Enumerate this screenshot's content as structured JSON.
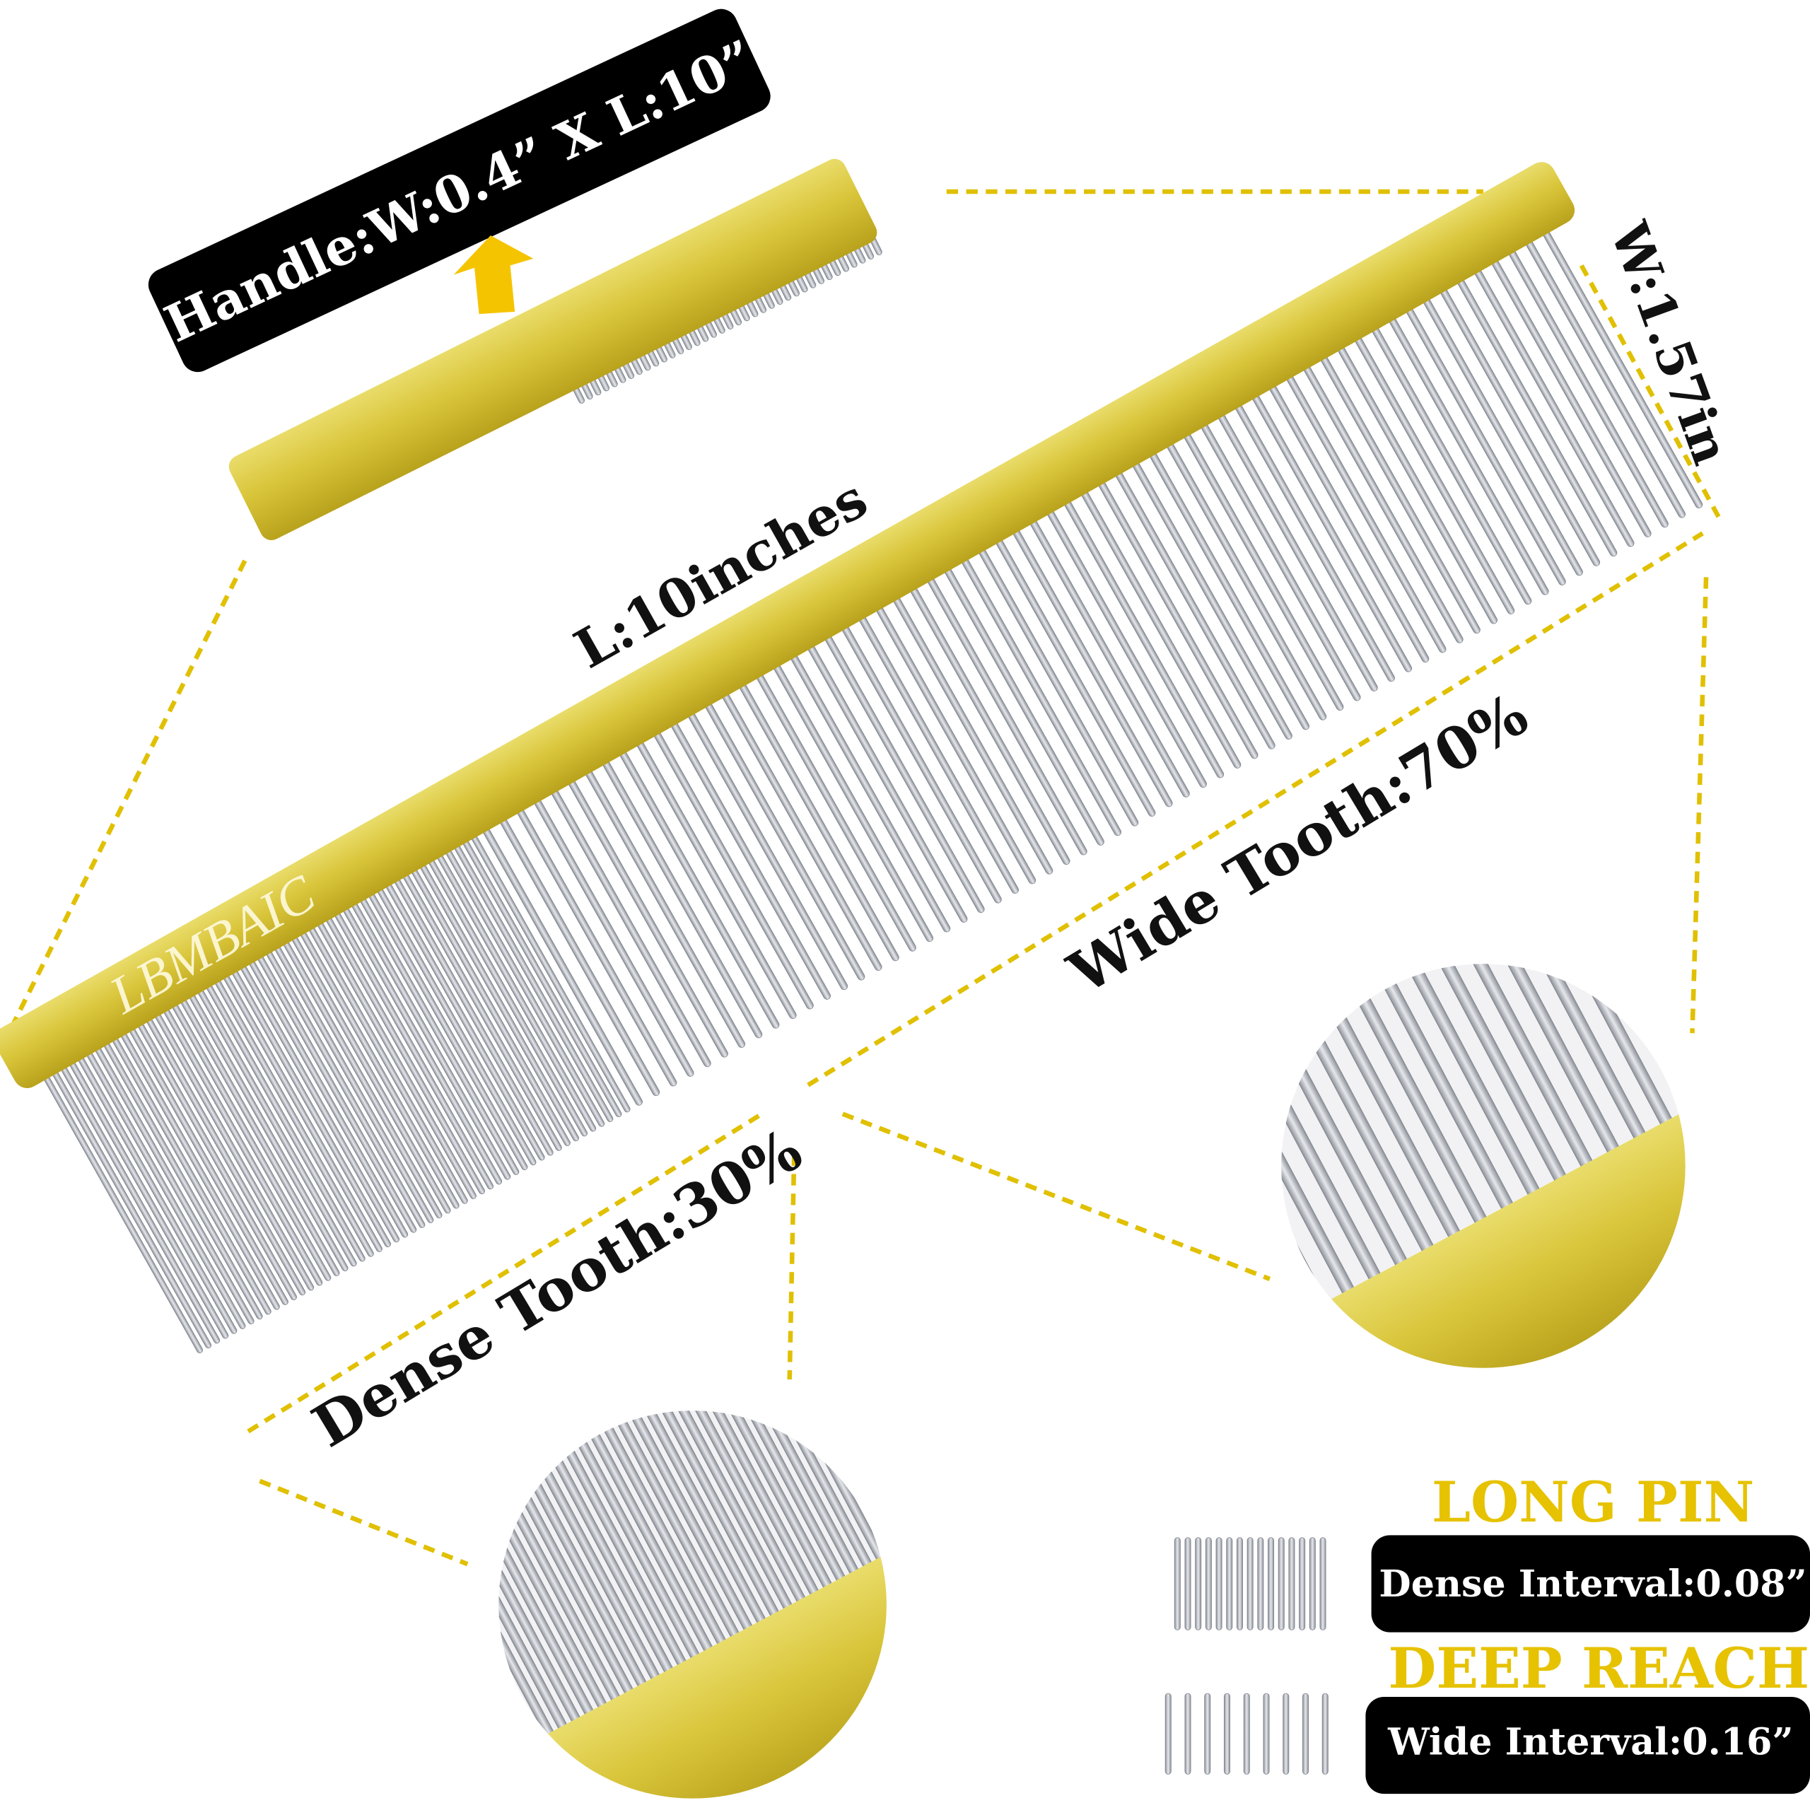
{
  "brand": "LBMBAIC",
  "handle_spec": "Handle:W:0.4” X L:10”",
  "length_label": "L:10inches",
  "width_label": "W:1.57in",
  "wide_tooth": "Wide Tooth:70%",
  "dense_tooth": "Dense Tooth:30%",
  "features": [
    {
      "heading": "LONG PIN",
      "detail": "Dense Interval:0.08”"
    },
    {
      "heading": "DEEP REACH",
      "detail": "Wide Interval:0.16”"
    }
  ],
  "colors": {
    "gold": "#d8c53a",
    "accent_yellow": "#e6c200",
    "dash": "#e0c000",
    "banner": "#000000",
    "pin": "#b8bcc4"
  },
  "tooth_split": {
    "dense_percent": 30,
    "wide_percent": 70
  }
}
